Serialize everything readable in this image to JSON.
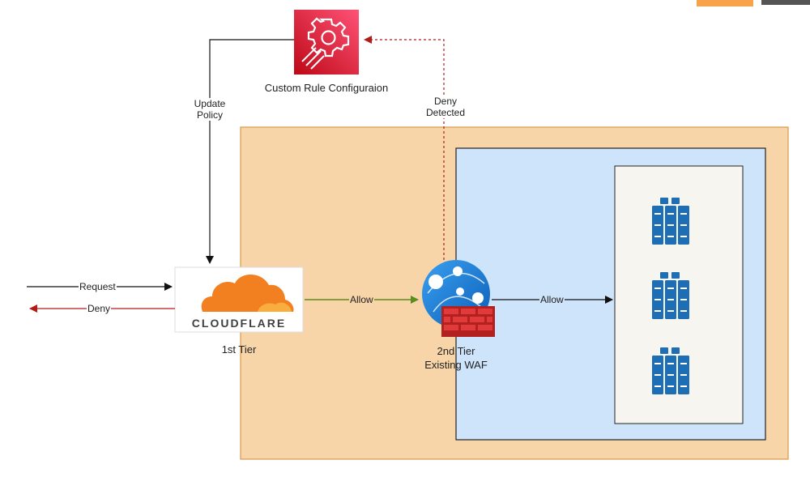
{
  "nodes": {
    "custom_rule": {
      "label": "Custom Rule Configuraion"
    },
    "cloudflare": {
      "logo_text": "CLOUDFLARE",
      "label": "1st Tier"
    },
    "waf": {
      "label_line1": "2nd Tier",
      "label_line2": "Existing WAF"
    }
  },
  "edges": {
    "update_policy": {
      "line1": "Update",
      "line2": "Policy"
    },
    "deny_detected": {
      "line1": "Deny",
      "line2": "Detected"
    },
    "request": "Request",
    "deny": "Deny",
    "allow_1": "Allow",
    "allow_2": "Allow"
  },
  "colors": {
    "outer_zone": "#f8d5a8",
    "outer_zone_border": "#d79b4a",
    "vpc_zone": "#cde4fb",
    "server_box": "#f7f5ef",
    "custom_rule_icon": "#e7155c",
    "allow_arrow": "#5b8c1e",
    "deny_arrow": "#b31b1b",
    "server_icon": "#1e6eb5",
    "cloudflare_orange": "#f38020",
    "waf_brick": "#e03a3a"
  },
  "icons": [
    "gear-icon",
    "cloudflare-logo",
    "globe-icon",
    "firewall-icon",
    "server-rack-icon"
  ]
}
